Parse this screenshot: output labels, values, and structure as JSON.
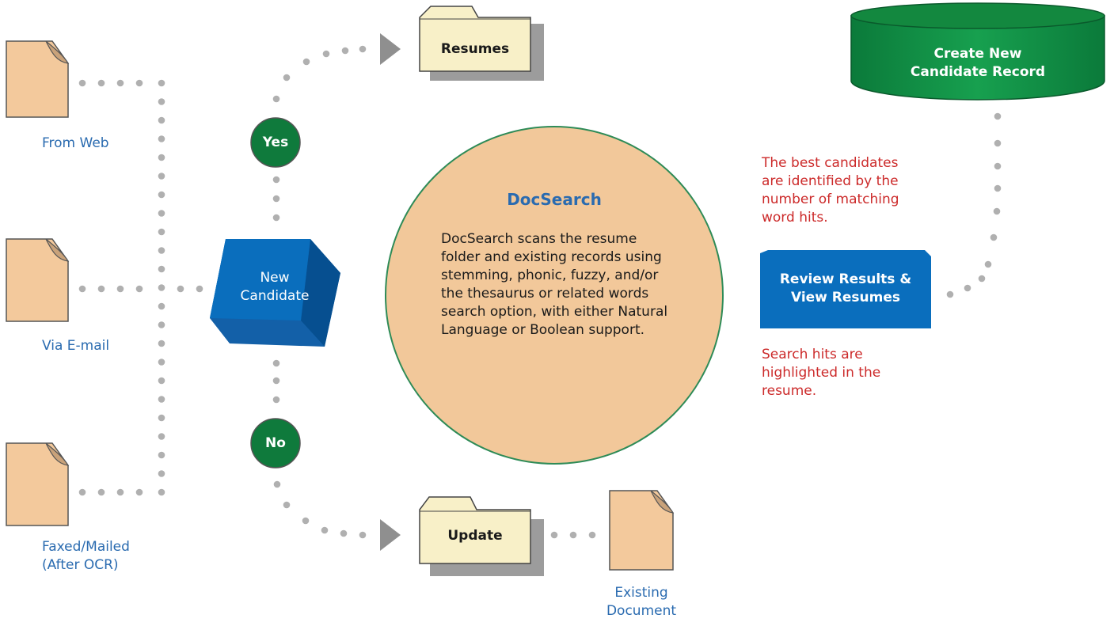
{
  "sources": [
    {
      "label": "From Web"
    },
    {
      "label": "Via E-mail"
    },
    {
      "label": "Faxed/Mailed\n(After OCR)"
    }
  ],
  "new_candidate": {
    "line1": "New",
    "line2": "Candidate"
  },
  "decision": {
    "yes": "Yes",
    "no": "No"
  },
  "folders": {
    "resumes": "Resumes",
    "update": "Update"
  },
  "existing_document": {
    "line1": "Existing",
    "line2": "Document"
  },
  "docsearch": {
    "title": "DocSearch",
    "body": "DocSearch scans the resume folder and existing records using stemming, phonic, fuzzy, and/or the thesaurus or related words search option, with either Natural Language or Boolean support."
  },
  "review_box": {
    "line1": "Review Results &",
    "line2": "View Resumes"
  },
  "create_record": {
    "line1": "Create New",
    "line2": "Candidate Record"
  },
  "notes": {
    "best_candidates": [
      "The best candidates",
      "are identified by the",
      "number of matching",
      "word hits."
    ],
    "search_hits": [
      "Search hits are",
      "highlighted in the",
      "resume."
    ]
  },
  "colors": {
    "doc_fill": "#f3c99c",
    "folder_fill": "#f8f0c8",
    "green": "#0f7a3c",
    "blue_box": "#0a6ebd",
    "docsearch_fill": "#f2c89a",
    "dots": "#b0b0b0",
    "label_blue": "#2a6bb0",
    "label_red": "#cc2a2a"
  }
}
